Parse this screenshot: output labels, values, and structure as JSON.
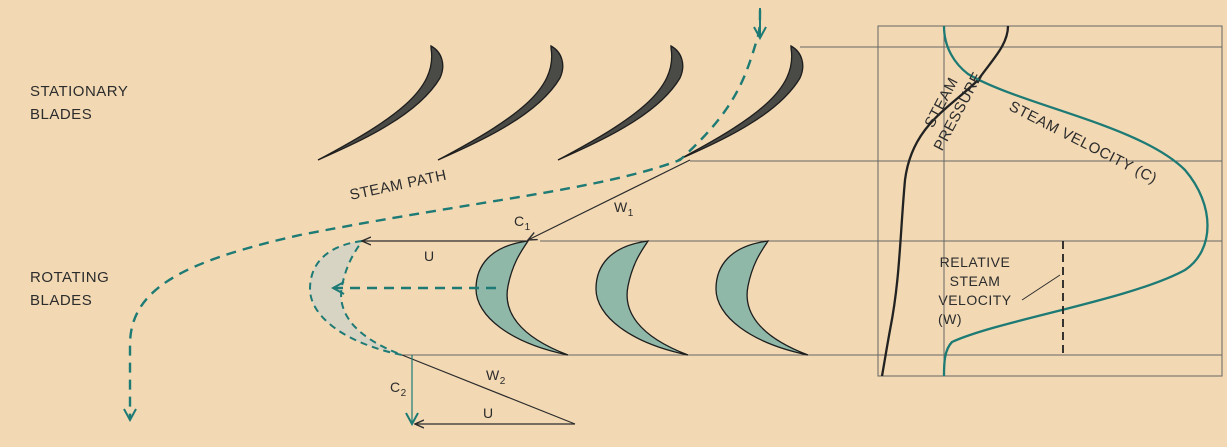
{
  "labels": {
    "stationary_line1": "STATIONARY",
    "stationary_line2": "BLADES",
    "rotating_line1": "ROTATING",
    "rotating_line2": "BLADES",
    "steam_path": "STEAM PATH",
    "c1": "C",
    "c1_sub": "1",
    "w1": "W",
    "w1_sub": "1",
    "u_top": "U",
    "c2": "C",
    "c2_sub": "2",
    "w2": "W",
    "w2_sub": "2",
    "u_bottom": "U",
    "steam_pressure_1": "STEAM",
    "steam_pressure_2": "PRESSURE",
    "steam_velocity": "STEAM VELOCITY (C)",
    "relative_1": "RELATIVE",
    "relative_2": "STEAM",
    "relative_3": "VELOCITY",
    "relative_4": "(W)"
  },
  "colors": {
    "background": "#f2d9b4",
    "stationary_blade": "#4a4a47",
    "rotating_blade": "#8fb8a8",
    "ghost_blade": "#d8d4c4",
    "teal": "#1d7a74",
    "ink": "#2c2c2c",
    "grid": "#555555"
  }
}
